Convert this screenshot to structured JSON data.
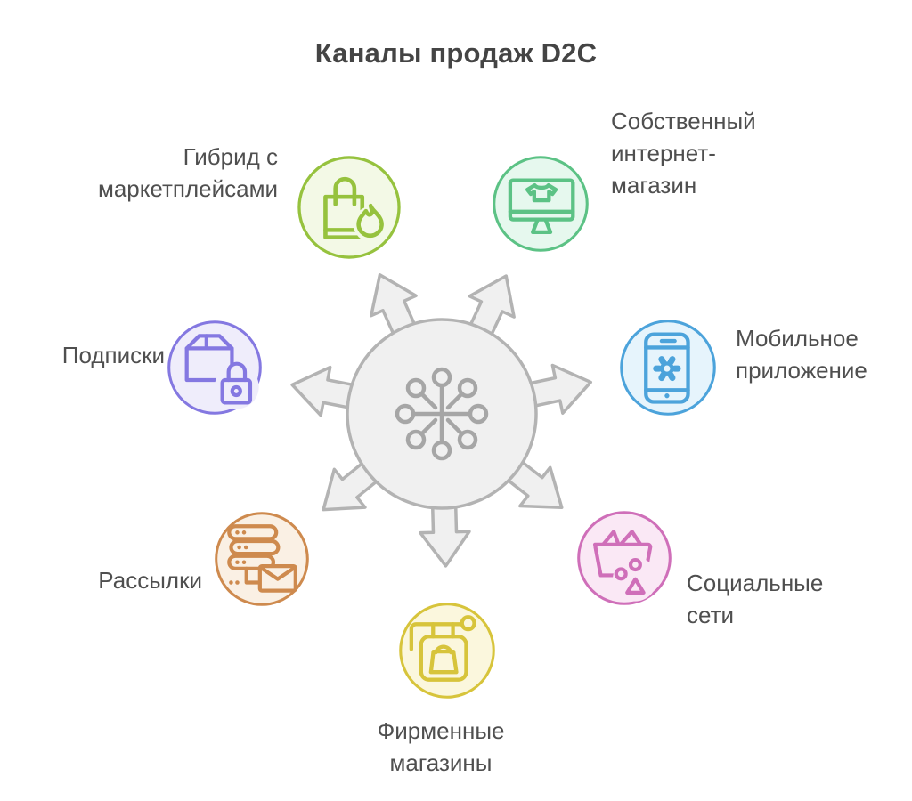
{
  "title": "Каналы продаж D2C",
  "colors": {
    "title": "#444444",
    "text": "#4F4F4F",
    "center_fill": "#F0F0F0",
    "center_stroke": "#B3B3B3",
    "hub_glyph": "#A6A6A6"
  },
  "center": {
    "icon": "hub-network-icon",
    "arrow_count": 7
  },
  "nodes": [
    {
      "id": "hybrid-marketplaces",
      "label": "Гибрид с\nмаркетплейсами",
      "icon": "shopping-bag-flame-icon",
      "stroke": "#96C23E",
      "fill": "#F3F9E6"
    },
    {
      "id": "own-online-store",
      "label": "Собственный\nинтернет-\nмагазин",
      "icon": "monitor-tshirt-icon",
      "stroke": "#5CC285",
      "fill": "#E6F8EE"
    },
    {
      "id": "mobile-app",
      "label": "Мобильное\nприложение",
      "icon": "smartphone-gear-icon",
      "stroke": "#4CA3DB",
      "fill": "#E6F4FC"
    },
    {
      "id": "social-networks",
      "label": "Социальные\nсети",
      "icon": "basket-shapes-icon",
      "stroke": "#CF6FB9",
      "fill": "#FAE8F5"
    },
    {
      "id": "brand-stores",
      "label": "Фирменные\nмагазины",
      "icon": "shop-sign-bag-icon",
      "stroke": "#D7C43B",
      "fill": "#FBF7DD"
    },
    {
      "id": "newsletters",
      "label": "Рассылки",
      "icon": "server-mail-icon",
      "stroke": "#CE8A4E",
      "fill": "#FAF0E4"
    },
    {
      "id": "subscriptions",
      "label": "Подписки",
      "icon": "box-lock-icon",
      "stroke": "#8478E1",
      "fill": "#EFEDFB"
    }
  ]
}
